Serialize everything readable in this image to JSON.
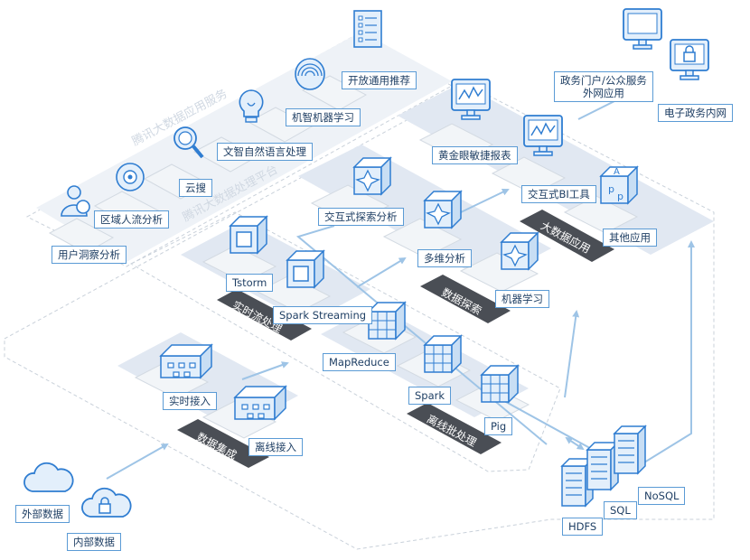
{
  "platform": {
    "app_service": "腾讯大数据应用服务",
    "processing_platform": "腾讯大数据处理平台"
  },
  "apps": {
    "user_insight": "用户洞察分析",
    "region_flow": "区域人流分析",
    "cloud_search": "云搜",
    "nlp": "文智自然语言处理",
    "machine_learning_app": "机智机器学习",
    "recommend": "开放通用推荐",
    "gov_portal": "政务门户/公众服务\n外网应用",
    "gov_intranet": "电子政务内网"
  },
  "bigdata_app": {
    "title": "大数据应用",
    "golden_eye": "黄金眼敏捷报表",
    "interactive_bi": "交互式BI工具",
    "other_apps": "其他应用"
  },
  "exploration": {
    "title": "数据探索",
    "interactive_explore": "交互式探索分析",
    "multi_dim": "多维分析",
    "machine_learning": "机器学习"
  },
  "realtime": {
    "title": "实时流处理",
    "tstorm": "Tstorm",
    "spark_streaming": "Spark Streaming"
  },
  "batch": {
    "title": "离线批处理",
    "mapreduce": "MapReduce",
    "spark": "Spark",
    "pig": "Pig"
  },
  "integration": {
    "title": "数据集成",
    "realtime_ingest": "实时接入",
    "offline_ingest": "离线接入"
  },
  "sources": {
    "external": "外部数据",
    "internal": "内部数据"
  },
  "storage": {
    "hdfs": "HDFS",
    "sql": "SQL",
    "nosql": "NoSQL"
  },
  "colors": {
    "icon_stroke": "#2f7dd1",
    "icon_fill": "#e3effb",
    "plate": "#f2f5f8",
    "plate_edge": "#d3dae2",
    "band": "#e1e8f2",
    "dark_band": "#4a4e55",
    "arrow": "#9ec4e6",
    "dashed": "#c9d1da"
  },
  "icons": {
    "people": "user-insight-icon",
    "target": "region-flow-icon",
    "magnifier": "search-icon",
    "bulb": "nlp-bulb-icon",
    "fingerprint": "fingerprint-icon",
    "checklist": "checklist-icon",
    "monitor": "monitor-icon",
    "lock_monitor": "lock-monitor-icon",
    "chart_monitor": "chart-monitor-icon",
    "app_cube": "app-cube-icon",
    "star_cube": "star-cube-icon",
    "stream_cube": "stream-cube-icon",
    "grid_cube": "grid-cube-icon",
    "network": "network-icon",
    "cloud": "cloud-icon",
    "lock_cloud": "lock-cloud-icon",
    "server": "server-icon"
  }
}
